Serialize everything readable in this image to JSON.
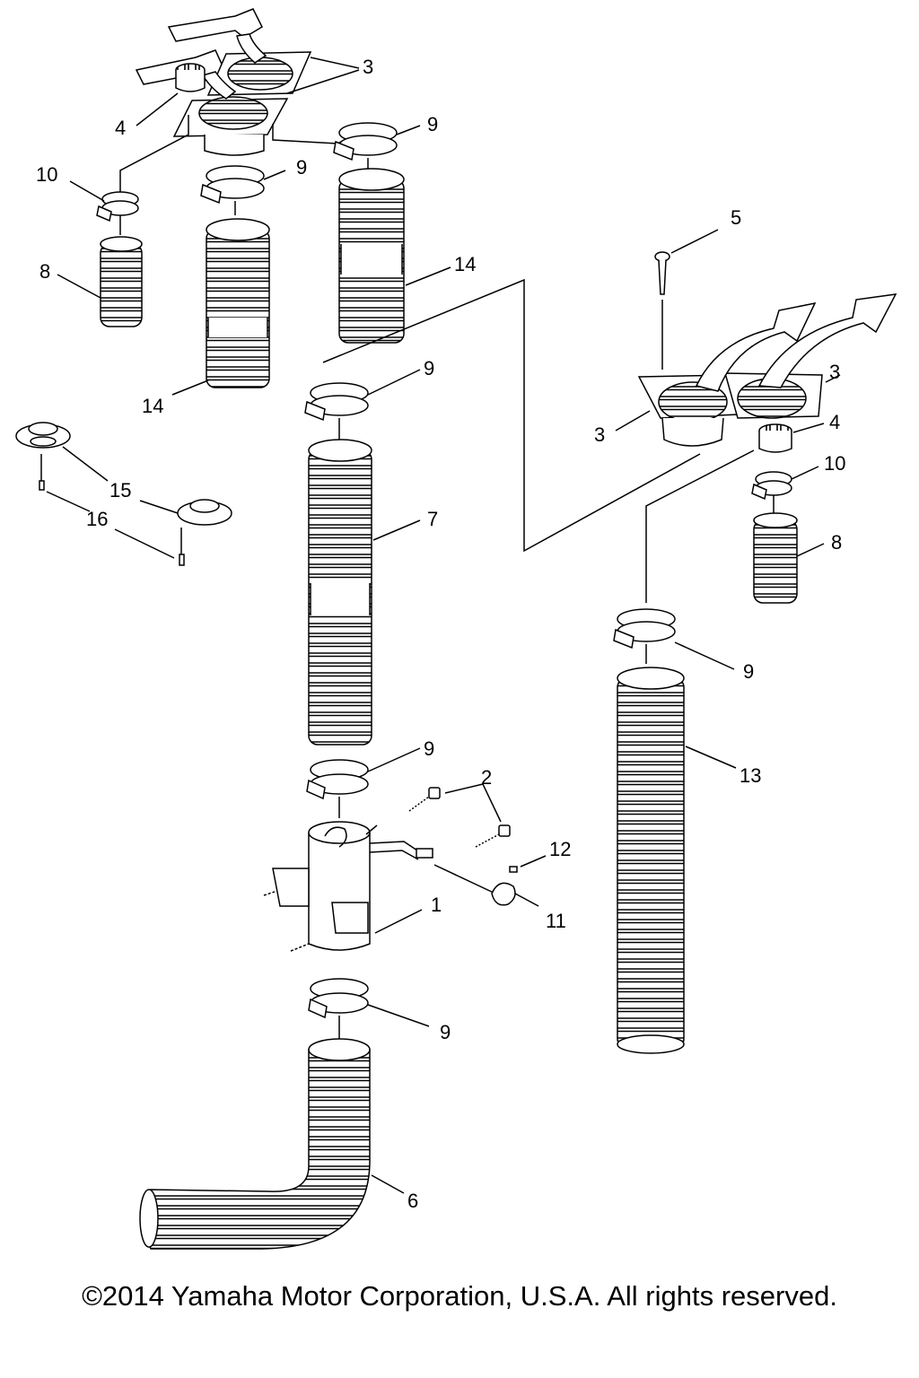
{
  "copyright": "©2014 Yamaha Motor Corporation, U.S.A. All rights reserved.",
  "callouts": {
    "c3a": "3",
    "c4a": "4",
    "c9a": "9",
    "c9b": "9",
    "c10a": "10",
    "c8a": "8",
    "c14a": "14",
    "c14b": "14",
    "c5": "5",
    "c3b": "3",
    "c3c": "3",
    "c4b": "4",
    "c10b": "10",
    "c8b": "8",
    "c9c": "9",
    "c15": "15",
    "c16": "16",
    "c7": "7",
    "c9d": "9",
    "c13": "13",
    "c9e": "9",
    "c2": "2",
    "c12": "12",
    "c1": "1",
    "c11": "11",
    "c9f": "9",
    "c6": "6"
  }
}
